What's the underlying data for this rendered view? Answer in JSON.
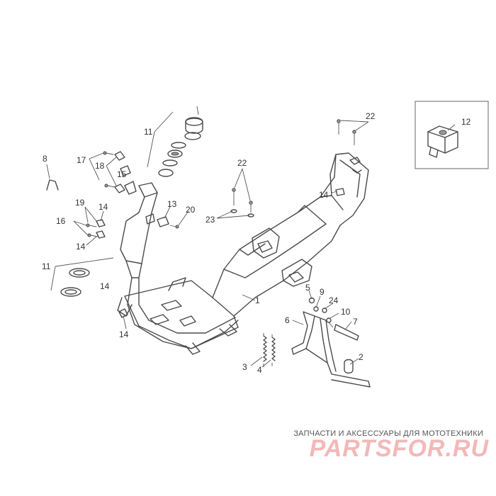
{
  "diagram": {
    "callouts": {
      "c1": "1",
      "c2": "2",
      "c3": "3",
      "c4": "4",
      "c5": "5",
      "c6": "6",
      "c7": "7",
      "c8": "8",
      "c9": "9",
      "c10": "10",
      "c11a": "11",
      "c11b": "11",
      "c12": "12",
      "c13": "13",
      "c14a": "14",
      "c14b": "14",
      "c14c": "14",
      "c14d": "14",
      "c14e": "14",
      "c15": "15",
      "c16": "16",
      "c17": "17",
      "c18": "18",
      "c19": "19",
      "c20": "20",
      "c22a": "22",
      "c22b": "22",
      "c23": "23",
      "c24": "24"
    }
  },
  "watermark": {
    "tagline": "ЗАПЧАСТИ И АКСЕССУАРЫ ДЛЯ МОТОТЕХНИКИ",
    "logo": "PARTSFOR.RU"
  }
}
